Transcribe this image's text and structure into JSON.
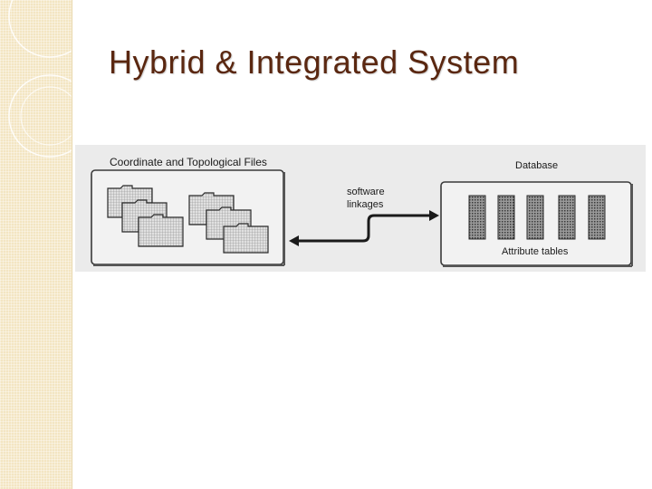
{
  "slide": {
    "title": "Hybrid & Integrated System"
  },
  "diagram": {
    "left_panel_label": "Coordinate and Topological Files",
    "right_panel_label": "Database",
    "link_label_line1": "software",
    "link_label_line2": "linkages",
    "tables_label": "Attribute tables",
    "colors": {
      "title": "#5a2710",
      "sidebar": "#f3e5c2",
      "figure_background": "#ebebeb"
    }
  }
}
